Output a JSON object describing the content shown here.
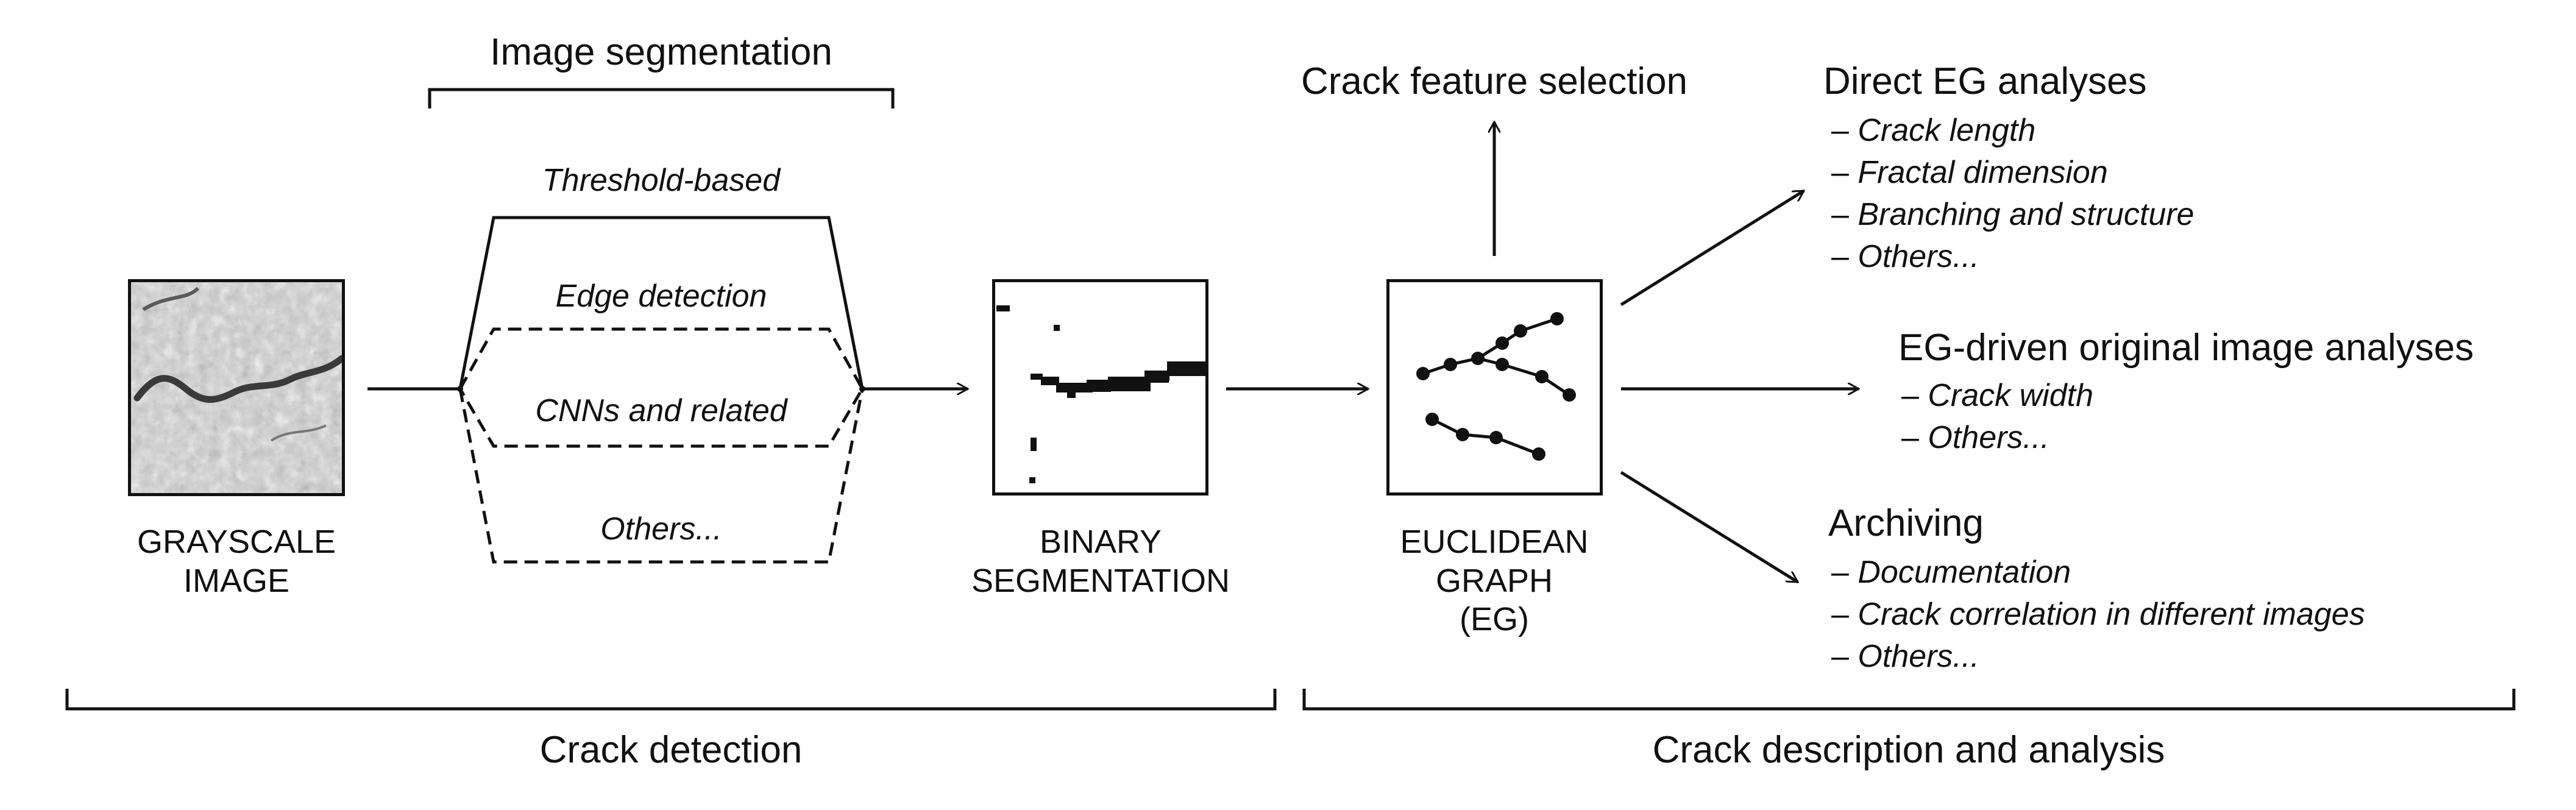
{
  "image_segmentation": {
    "title": "Image segmentation",
    "methods": [
      "Threshold-based",
      "Edge detection",
      "CNNs and related",
      "Others..."
    ]
  },
  "stages": {
    "grayscale": [
      "GRAYSCALE",
      "IMAGE"
    ],
    "binary": [
      "BINARY",
      "SEGMENTATION"
    ],
    "graph": [
      "EUCLIDEAN",
      "GRAPH",
      "(EG)"
    ]
  },
  "feature_selection": "Crack feature selection",
  "direct_eg": {
    "title": "Direct EG analyses",
    "items": [
      "Crack length",
      "Fractal dimension",
      "Branching and structure",
      "Others..."
    ]
  },
  "eg_driven": {
    "title": "EG-driven original image analyses",
    "items": [
      "Crack width",
      "Others..."
    ]
  },
  "archiving": {
    "title": "Archiving",
    "items": [
      "Documentation",
      "Crack correlation in different images",
      "Others..."
    ]
  },
  "bottom": {
    "detection": "Crack detection",
    "description": "Crack description and analysis"
  },
  "list_dash": "–",
  "colors": {
    "line": "#111111",
    "background": "#ffffff"
  }
}
